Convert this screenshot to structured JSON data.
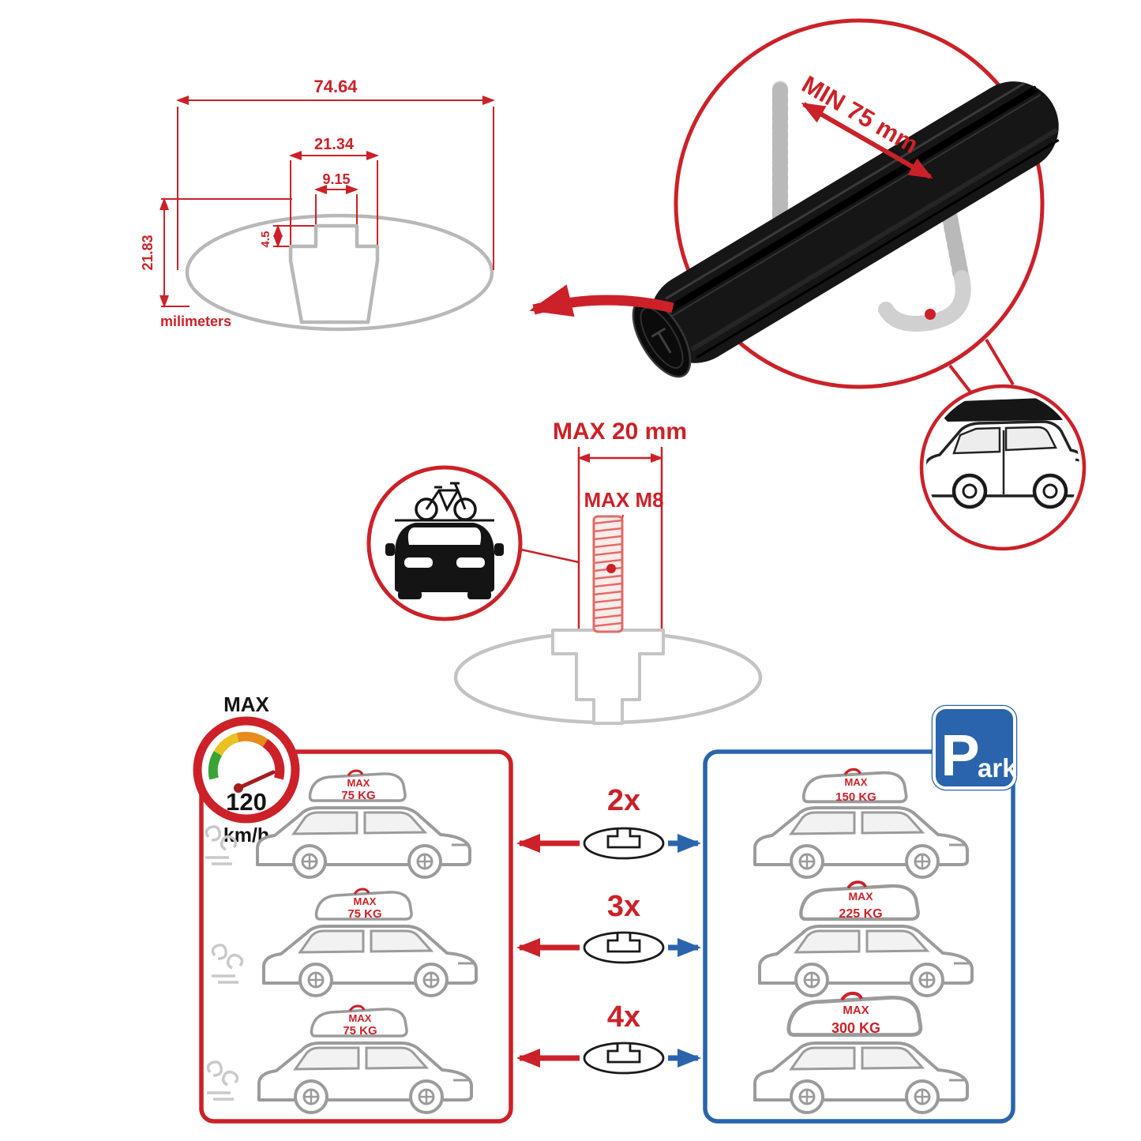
{
  "cross_section": {
    "width_total": "74.64",
    "width_base": "21.34",
    "width_slot": "9.15",
    "height_step": "4.5",
    "height_total": "21.83",
    "units": "milimeters"
  },
  "bar_detail": {
    "min_clearance": "MIN 75 mm"
  },
  "bolt_detail": {
    "max_length": "MAX 20 mm",
    "max_thread": "MAX M8"
  },
  "speed_gauge": {
    "label": "MAX",
    "value": "120",
    "unit": "km/h"
  },
  "quantity_rows": [
    {
      "label": "2x"
    },
    {
      "label": "3x"
    },
    {
      "label": "4x"
    }
  ],
  "driving_panel": {
    "cars": [
      {
        "load_max": "MAX",
        "load_value": "75 KG"
      },
      {
        "load_max": "MAX",
        "load_value": "75 KG"
      },
      {
        "load_max": "MAX",
        "load_value": "75 KG"
      }
    ]
  },
  "parking_panel": {
    "sign_letter": "P",
    "sign_rest": "ark",
    "cars": [
      {
        "load_max": "MAX",
        "load_value": "150 KG"
      },
      {
        "load_max": "MAX",
        "load_value": "225 KG"
      },
      {
        "load_max": "MAX",
        "load_value": "300 KG"
      }
    ]
  },
  "colors": {
    "accent_red": "#cc2128",
    "accent_blue": "#2a64ad",
    "profile_gray": "#b8b8b8"
  }
}
